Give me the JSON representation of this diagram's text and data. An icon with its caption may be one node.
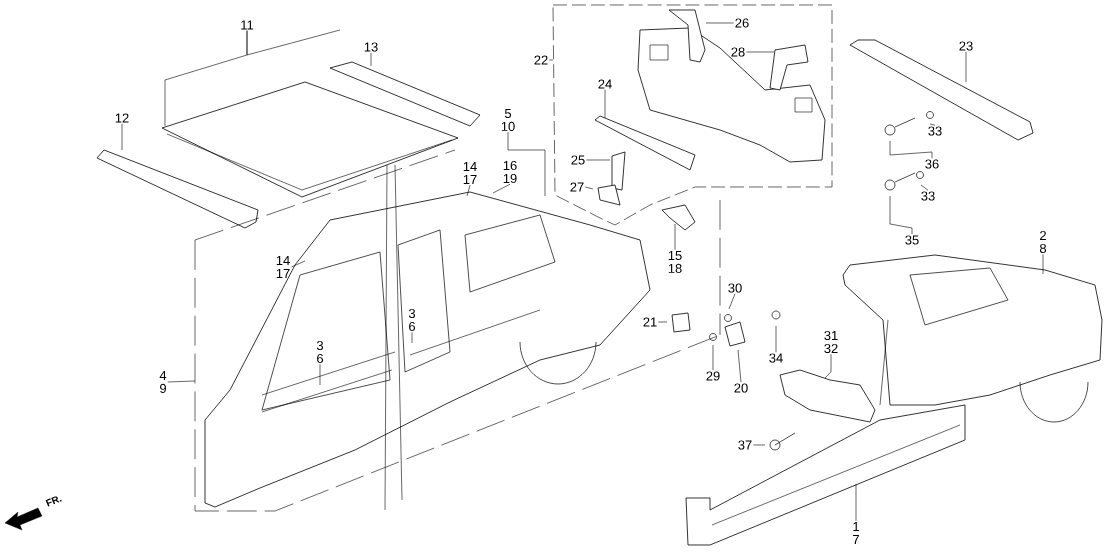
{
  "diagram": {
    "nodes": [
      {
        "text": [
          "11"
        ]
      },
      {
        "text": [
          "12"
        ]
      },
      {
        "text": [
          "13"
        ]
      },
      {
        "text": [
          "22"
        ]
      },
      {
        "text": [
          "5",
          "10"
        ]
      },
      {
        "text": [
          "14",
          "17"
        ]
      },
      {
        "text": [
          "16",
          "19"
        ]
      },
      {
        "text": [
          "14",
          "17"
        ]
      },
      {
        "text": [
          "4",
          "9"
        ]
      },
      {
        "text": [
          "3",
          "6"
        ]
      },
      {
        "text": [
          "3",
          "6"
        ]
      },
      {
        "text": [
          "24"
        ]
      },
      {
        "text": [
          "25"
        ]
      },
      {
        "text": [
          "27"
        ]
      },
      {
        "text": [
          "26"
        ]
      },
      {
        "text": [
          "28"
        ]
      },
      {
        "text": [
          "15",
          "18"
        ]
      },
      {
        "text": [
          "23"
        ]
      },
      {
        "text": [
          "33"
        ]
      },
      {
        "text": [
          "36"
        ]
      },
      {
        "text": [
          "33"
        ]
      },
      {
        "text": [
          "35"
        ]
      },
      {
        "text": [
          "2",
          "8"
        ]
      },
      {
        "text": [
          "30"
        ]
      },
      {
        "text": [
          "21"
        ]
      },
      {
        "text": [
          "29"
        ]
      },
      {
        "text": [
          "20"
        ]
      },
      {
        "text": [
          "34"
        ]
      },
      {
        "text": [
          "31",
          "32"
        ]
      },
      {
        "text": [
          "37"
        ]
      },
      {
        "text": [
          "1",
          "7"
        ]
      }
    ],
    "edges": [
      {
        "from": 0,
        "to": null,
        "arrow": "none"
      },
      {
        "from": 0,
        "to": null,
        "arrow": "none"
      },
      {
        "from": 1,
        "to": null,
        "arrow": "none"
      },
      {
        "from": 2,
        "to": null,
        "arrow": "none"
      },
      {
        "from": 3,
        "to": null,
        "arrow": "none"
      },
      {
        "from": 4,
        "to": null,
        "arrow": "none"
      },
      {
        "from": 5,
        "to": null,
        "arrow": "none"
      },
      {
        "from": 6,
        "to": null,
        "arrow": "none"
      },
      {
        "from": 7,
        "to": null,
        "arrow": "none"
      },
      {
        "from": 8,
        "to": null,
        "arrow": "none"
      },
      {
        "from": 9,
        "to": null,
        "arrow": "none"
      },
      {
        "from": 10,
        "to": null,
        "arrow": "none"
      },
      {
        "from": 11,
        "to": null,
        "arrow": "none"
      },
      {
        "from": 12,
        "to": null,
        "arrow": "none"
      },
      {
        "from": 13,
        "to": null,
        "arrow": "none"
      },
      {
        "from": 14,
        "to": null,
        "arrow": "none"
      },
      {
        "from": 15,
        "to": null,
        "arrow": "none"
      },
      {
        "from": 16,
        "to": null,
        "arrow": "none"
      },
      {
        "from": 17,
        "to": null,
        "arrow": "none"
      },
      {
        "from": 18,
        "to": null,
        "arrow": "none"
      },
      {
        "from": 19,
        "to": null,
        "arrow": "none"
      },
      {
        "from": 20,
        "to": null,
        "arrow": "none"
      },
      {
        "from": 21,
        "to": null,
        "arrow": "none"
      },
      {
        "from": 22,
        "to": null,
        "arrow": "none"
      },
      {
        "from": 23,
        "to": null,
        "arrow": "none"
      },
      {
        "from": 24,
        "to": null,
        "arrow": "none"
      },
      {
        "from": 25,
        "to": null,
        "arrow": "none"
      },
      {
        "from": 26,
        "to": null,
        "arrow": "none"
      },
      {
        "from": 27,
        "to": null,
        "arrow": "none"
      },
      {
        "from": 28,
        "to": null,
        "arrow": "none"
      },
      {
        "from": 29,
        "to": null,
        "arrow": "none"
      },
      {
        "from": 30,
        "to": null,
        "arrow": "none"
      }
    ],
    "labels": [
      "FR."
    ]
  }
}
